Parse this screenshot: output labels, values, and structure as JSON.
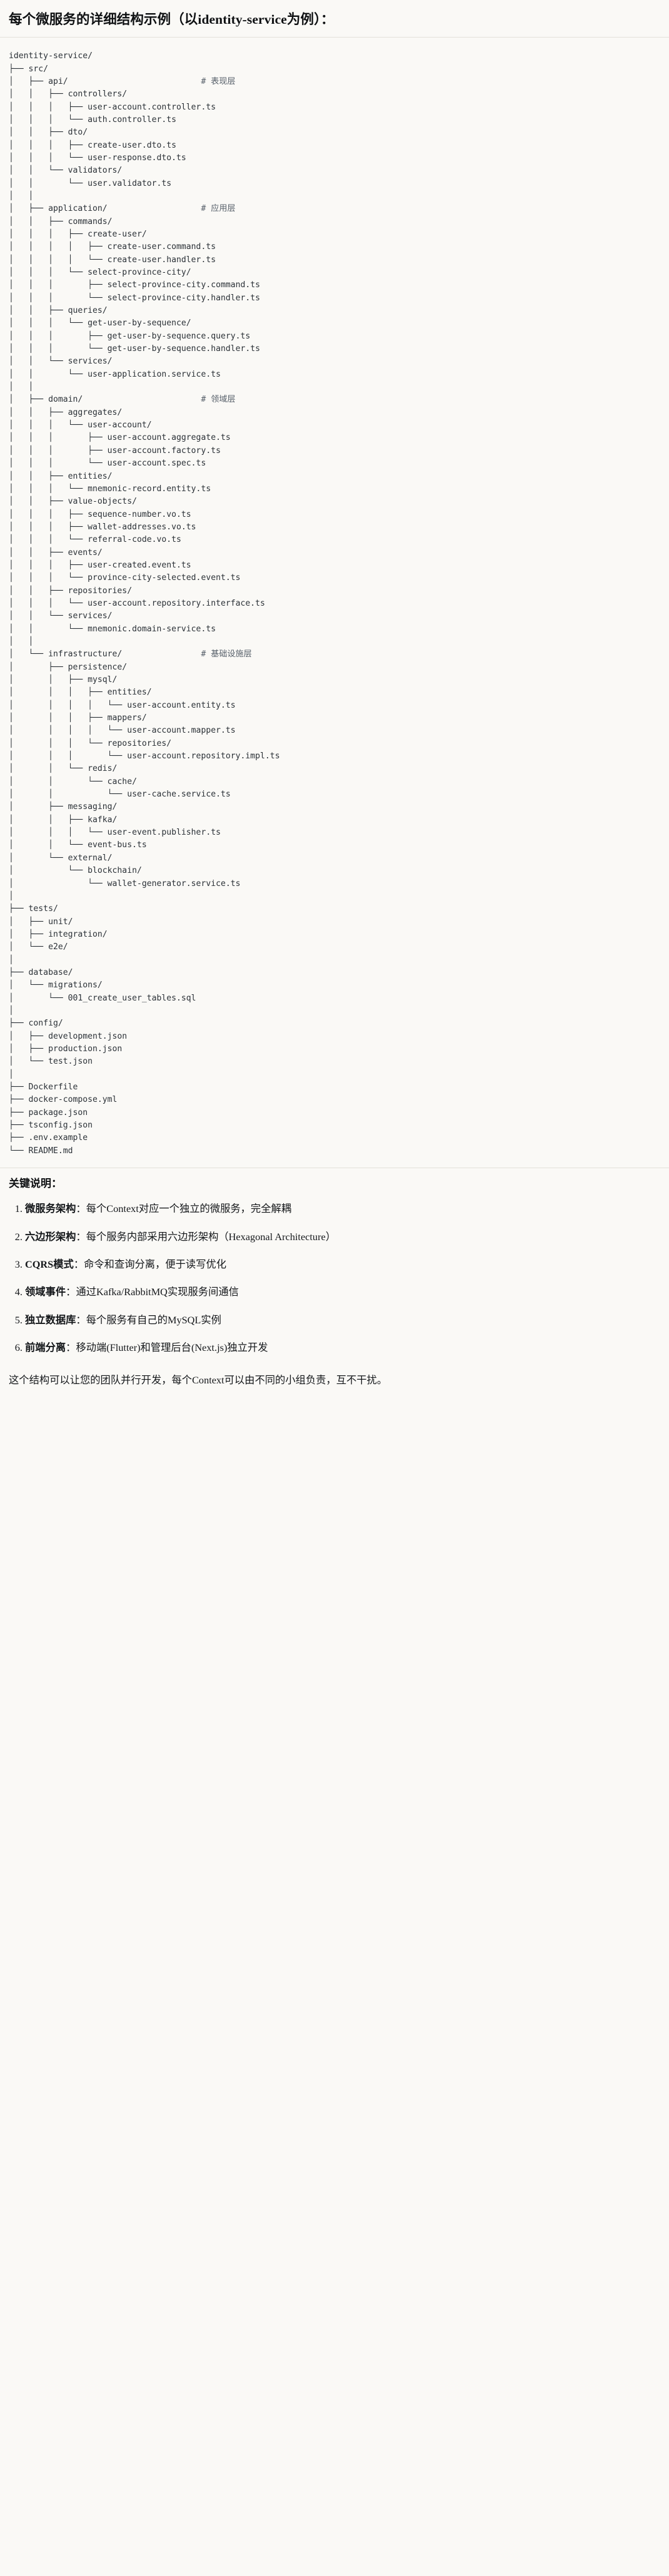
{
  "heading": {
    "title": "每个微服务的详细结构示例（以identity-service为例）："
  },
  "tree": {
    "root": "identity-service/",
    "comments": {
      "api": "# 表现层",
      "application": "# 应用层",
      "domain": "# 领域层",
      "infrastructure": "# 基础设施层"
    },
    "text": "identity-service/\n├── src/\n│   ├── api/                           # 表现层\n│   │   ├── controllers/\n│   │   │   ├── user-account.controller.ts\n│   │   │   └── auth.controller.ts\n│   │   ├── dto/\n│   │   │   ├── create-user.dto.ts\n│   │   │   └── user-response.dto.ts\n│   │   └── validators/\n│   │       └── user.validator.ts\n│   │\n│   ├── application/                   # 应用层\n│   │   ├── commands/\n│   │   │   ├── create-user/\n│   │   │   │   ├── create-user.command.ts\n│   │   │   │   └── create-user.handler.ts\n│   │   │   └── select-province-city/\n│   │   │       ├── select-province-city.command.ts\n│   │   │       └── select-province-city.handler.ts\n│   │   ├── queries/\n│   │   │   └── get-user-by-sequence/\n│   │   │       ├── get-user-by-sequence.query.ts\n│   │   │       └── get-user-by-sequence.handler.ts\n│   │   └── services/\n│   │       └── user-application.service.ts\n│   │\n│   ├── domain/                        # 领域层\n│   │   ├── aggregates/\n│   │   │   └── user-account/\n│   │   │       ├── user-account.aggregate.ts\n│   │   │       ├── user-account.factory.ts\n│   │   │       └── user-account.spec.ts\n│   │   ├── entities/\n│   │   │   └── mnemonic-record.entity.ts\n│   │   ├── value-objects/\n│   │   │   ├── sequence-number.vo.ts\n│   │   │   ├── wallet-addresses.vo.ts\n│   │   │   └── referral-code.vo.ts\n│   │   ├── events/\n│   │   │   ├── user-created.event.ts\n│   │   │   └── province-city-selected.event.ts\n│   │   ├── repositories/\n│   │   │   └── user-account.repository.interface.ts\n│   │   └── services/\n│   │       └── mnemonic.domain-service.ts\n│   │\n│   └── infrastructure/                # 基础设施层\n│       ├── persistence/\n│       │   ├── mysql/\n│       │   │   ├── entities/\n│       │   │   │   └── user-account.entity.ts\n│       │   │   ├── mappers/\n│       │   │   │   └── user-account.mapper.ts\n│       │   │   └── repositories/\n│       │   │       └── user-account.repository.impl.ts\n│       │   └── redis/\n│       │       └── cache/\n│       │           └── user-cache.service.ts\n│       ├── messaging/\n│       │   ├── kafka/\n│       │   │   └── user-event.publisher.ts\n│       │   └── event-bus.ts\n│       └── external/\n│           └── blockchain/\n│               └── wallet-generator.service.ts\n│\n├── tests/\n│   ├── unit/\n│   ├── integration/\n│   └── e2e/\n│\n├── database/\n│   └── migrations/\n│       └── 001_create_user_tables.sql\n│\n├── config/\n│   ├── development.json\n│   ├── production.json\n│   └── test.json\n│\n├── Dockerfile\n├── docker-compose.yml\n├── package.json\n├── tsconfig.json\n├── .env.example\n└── README.md"
  },
  "keys": {
    "title": "关键说明：",
    "items": [
      {
        "term": "微服务架构",
        "sep": "：",
        "desc": "每个Context对应一个独立的微服务，完全解耦"
      },
      {
        "term": "六边形架构",
        "sep": "：",
        "desc": "每个服务内部采用六边形架构（Hexagonal Architecture）"
      },
      {
        "term": "CQRS模式",
        "sep": "：",
        "desc": "命令和查询分离，便于读写优化"
      },
      {
        "term": "领域事件",
        "sep": "：",
        "desc": "通过Kafka/RabbitMQ实现服务间通信"
      },
      {
        "term": "独立数据库",
        "sep": "：",
        "desc": "每个服务有自己的MySQL实例"
      },
      {
        "term": "前端分离",
        "sep": "：",
        "desc": "移动端(Flutter)和管理后台(Next.js)独立开发"
      }
    ],
    "closing": "这个结构可以让您的团队并行开发，每个Context可以由不同的小组负责，互不干扰。"
  }
}
